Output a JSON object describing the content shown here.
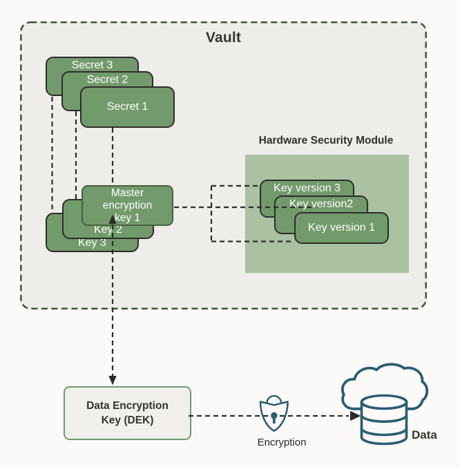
{
  "vault": {
    "title": "Vault"
  },
  "secrets": {
    "s3": "Secret 3",
    "s2": "Secret 2",
    "s1": "Secret 1"
  },
  "master_keys": {
    "front": {
      "line1": "Master",
      "line2": "encryption",
      "line3": "key 1"
    },
    "key2": "Key 2",
    "key3": "Key 3"
  },
  "hsm": {
    "title": "Hardware Security Module",
    "key_versions": {
      "v3": "Key version 3",
      "v2": "Key version2",
      "v1": "Key version 1"
    }
  },
  "dek": {
    "line1": "Data Encryption",
    "line2": "Key (DEK)"
  },
  "encryption_label": "Encryption",
  "data_label": "Data",
  "colors": {
    "page_bg": "#fbfaf8",
    "vault_bg": "#eeedea",
    "vault_border": "#3e5440",
    "card_green": "#739a6c",
    "card_border": "#2c2c2a",
    "master_card_border": "#465f42",
    "hsm_panel": "#aac2a2",
    "dek_bg": "#f1f0ed",
    "dek_border": "#6f9b6b",
    "connector": "#2b2b29",
    "icon_teal": "#2a5d71",
    "title_text": "#38342e",
    "card_text": "#ffffff"
  }
}
